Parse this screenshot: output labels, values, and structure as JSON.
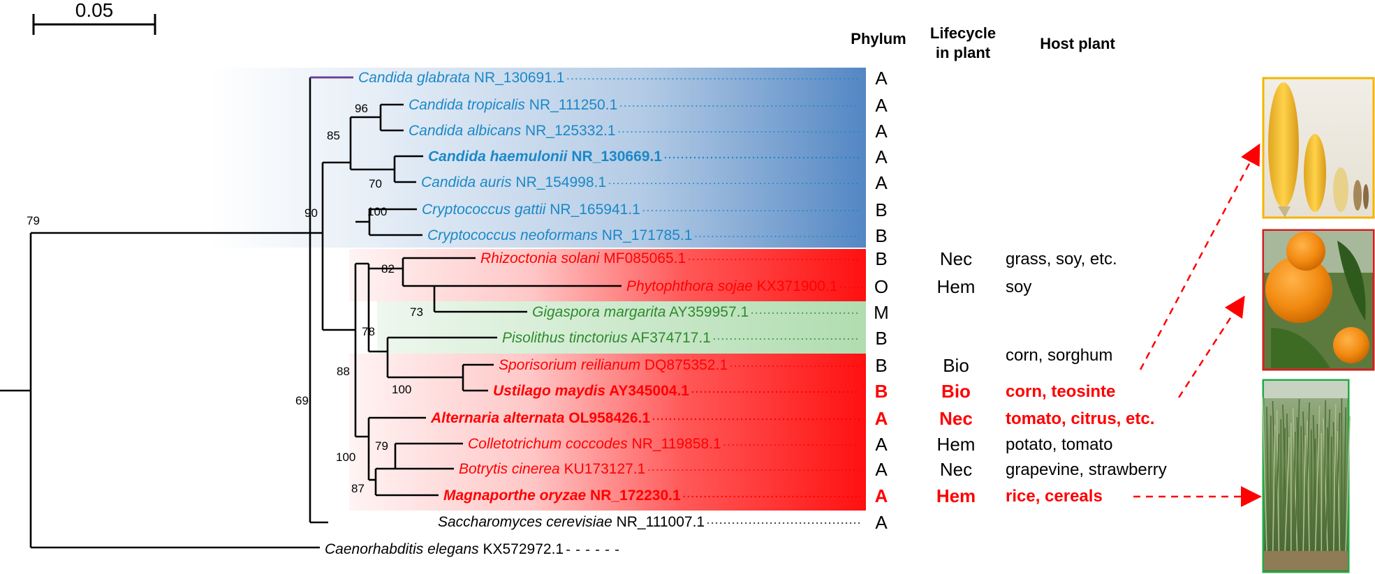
{
  "scale_bar": {
    "label": "0.05"
  },
  "headers": {
    "phylum": "Phylum",
    "lifecycle_line1": "Lifecycle",
    "lifecycle_line2": "in plant",
    "host": "Host plant"
  },
  "colors": {
    "blue_text": "#1a88c8",
    "blue_band": "#5b8ec7",
    "red_text": "#ff0000",
    "red_band": "#ff2020",
    "green_text": "#2e8b2e",
    "green_band": "#8fce8f",
    "black": "#000000",
    "purple_branch": "#6a3d9a",
    "maize_border": "#f5b400",
    "orange_border": "#d02020",
    "grass_border": "#22aa44"
  },
  "taxa": [
    {
      "genus": "Candida glabrata",
      "accession": "NR_130691.1",
      "color": "blue",
      "bold": false,
      "phylum": "A",
      "lifecycle": "",
      "host": "",
      "highlight": false
    },
    {
      "genus": "Candida tropicalis",
      "accession": "NR_111250.1",
      "color": "blue",
      "bold": false,
      "phylum": "A",
      "lifecycle": "",
      "host": "",
      "highlight": false
    },
    {
      "genus": "Candida albicans",
      "accession": "NR_125332.1",
      "color": "blue",
      "bold": false,
      "phylum": "A",
      "lifecycle": "",
      "host": "",
      "highlight": false
    },
    {
      "genus": "Candida haemulonii",
      "accession": "NR_130669.1",
      "color": "blue",
      "bold": true,
      "phylum": "A",
      "lifecycle": "",
      "host": "",
      "highlight": false
    },
    {
      "genus": "Candida auris",
      "accession": "NR_154998.1",
      "color": "blue",
      "bold": false,
      "phylum": "A",
      "lifecycle": "",
      "host": "",
      "highlight": false
    },
    {
      "genus": "Cryptococcus gattii",
      "accession": "NR_165941.1",
      "color": "blue",
      "bold": false,
      "phylum": "B",
      "lifecycle": "",
      "host": "",
      "highlight": false
    },
    {
      "genus": "Cryptococcus neoformans",
      "accession": "NR_171785.1",
      "color": "blue",
      "bold": false,
      "phylum": "B",
      "lifecycle": "",
      "host": "",
      "highlight": false
    },
    {
      "genus": "Rhizoctonia solani",
      "accession": "MF085065.1",
      "color": "red",
      "bold": false,
      "phylum": "B",
      "lifecycle": "Nec",
      "host": "grass, soy, etc.",
      "highlight": false
    },
    {
      "genus": "Phytophthora sojae",
      "accession": "KX371900.1",
      "color": "red",
      "bold": false,
      "phylum": "O",
      "lifecycle": "Hem",
      "host": "soy",
      "highlight": false
    },
    {
      "genus": "Gigaspora margarita",
      "accession": "AY359957.1",
      "color": "green",
      "bold": false,
      "phylum": "M",
      "lifecycle": "",
      "host": "",
      "highlight": false
    },
    {
      "genus": "Pisolithus tinctorius",
      "accession": "AF374717.1",
      "color": "green",
      "bold": false,
      "phylum": "B",
      "lifecycle": "",
      "host": "",
      "highlight": false
    },
    {
      "genus": "Sporisorium reilianum",
      "accession": "DQ875352.1",
      "color": "red",
      "bold": false,
      "phylum": "B",
      "lifecycle": "Bio",
      "host": "corn, sorghum",
      "highlight": false
    },
    {
      "genus": "Ustilago maydis",
      "accession": "AY345004.1",
      "color": "red",
      "bold": true,
      "phylum": "B",
      "lifecycle": "Bio",
      "host": "corn, teosinte",
      "highlight": true
    },
    {
      "genus": "Alternaria alternata",
      "accession": "OL958426.1",
      "color": "red",
      "bold": true,
      "phylum": "A",
      "lifecycle": "Nec",
      "host": "tomato, citrus, etc.",
      "highlight": true
    },
    {
      "genus": "Colletotrichum coccodes",
      "accession": "NR_119858.1",
      "color": "red",
      "bold": false,
      "phylum": "A",
      "lifecycle": "Hem",
      "host": "potato, tomato",
      "highlight": false
    },
    {
      "genus": "Botrytis cinerea",
      "accession": "KU173127.1",
      "color": "red",
      "bold": false,
      "phylum": "A",
      "lifecycle": "Nec",
      "host": "grapevine, strawberry",
      "highlight": false
    },
    {
      "genus": "Magnaporthe oryzae",
      "accession": "NR_172230.1",
      "color": "red",
      "bold": true,
      "phylum": "A",
      "lifecycle": "Hem",
      "host": "rice, cereals",
      "highlight": true
    },
    {
      "genus": "Saccharomyces cerevisiae",
      "accession": "NR_111007.1",
      "color": "black",
      "bold": false,
      "phylum": "A",
      "lifecycle": "",
      "host": "",
      "highlight": false
    },
    {
      "genus": "Caenorhabditis elegans",
      "accession": "KX572972.1",
      "color": "black",
      "bold": false,
      "phylum": "",
      "lifecycle": "",
      "host": "",
      "highlight": false
    }
  ],
  "bootstrap": {
    "root": "79",
    "ingroup": "69",
    "candida_crypto": "90",
    "candida": "85",
    "tropicalis_albicans": "96",
    "haemulonii_auris": "70",
    "cryptococcus": "100",
    "pathogen_clade": "88",
    "basidio_group": "78",
    "rhizo_group": "82",
    "phyto_giga": "73",
    "sporisorium_ustilago": "100",
    "ascomycete": "100",
    "colleto_botrytis": "79",
    "magnaporthe": "87"
  },
  "images": [
    {
      "name": "maize-ears-image",
      "description": "maize"
    },
    {
      "name": "oranges-image",
      "description": "citrus"
    },
    {
      "name": "rice-plants-image",
      "description": "rice"
    }
  ]
}
